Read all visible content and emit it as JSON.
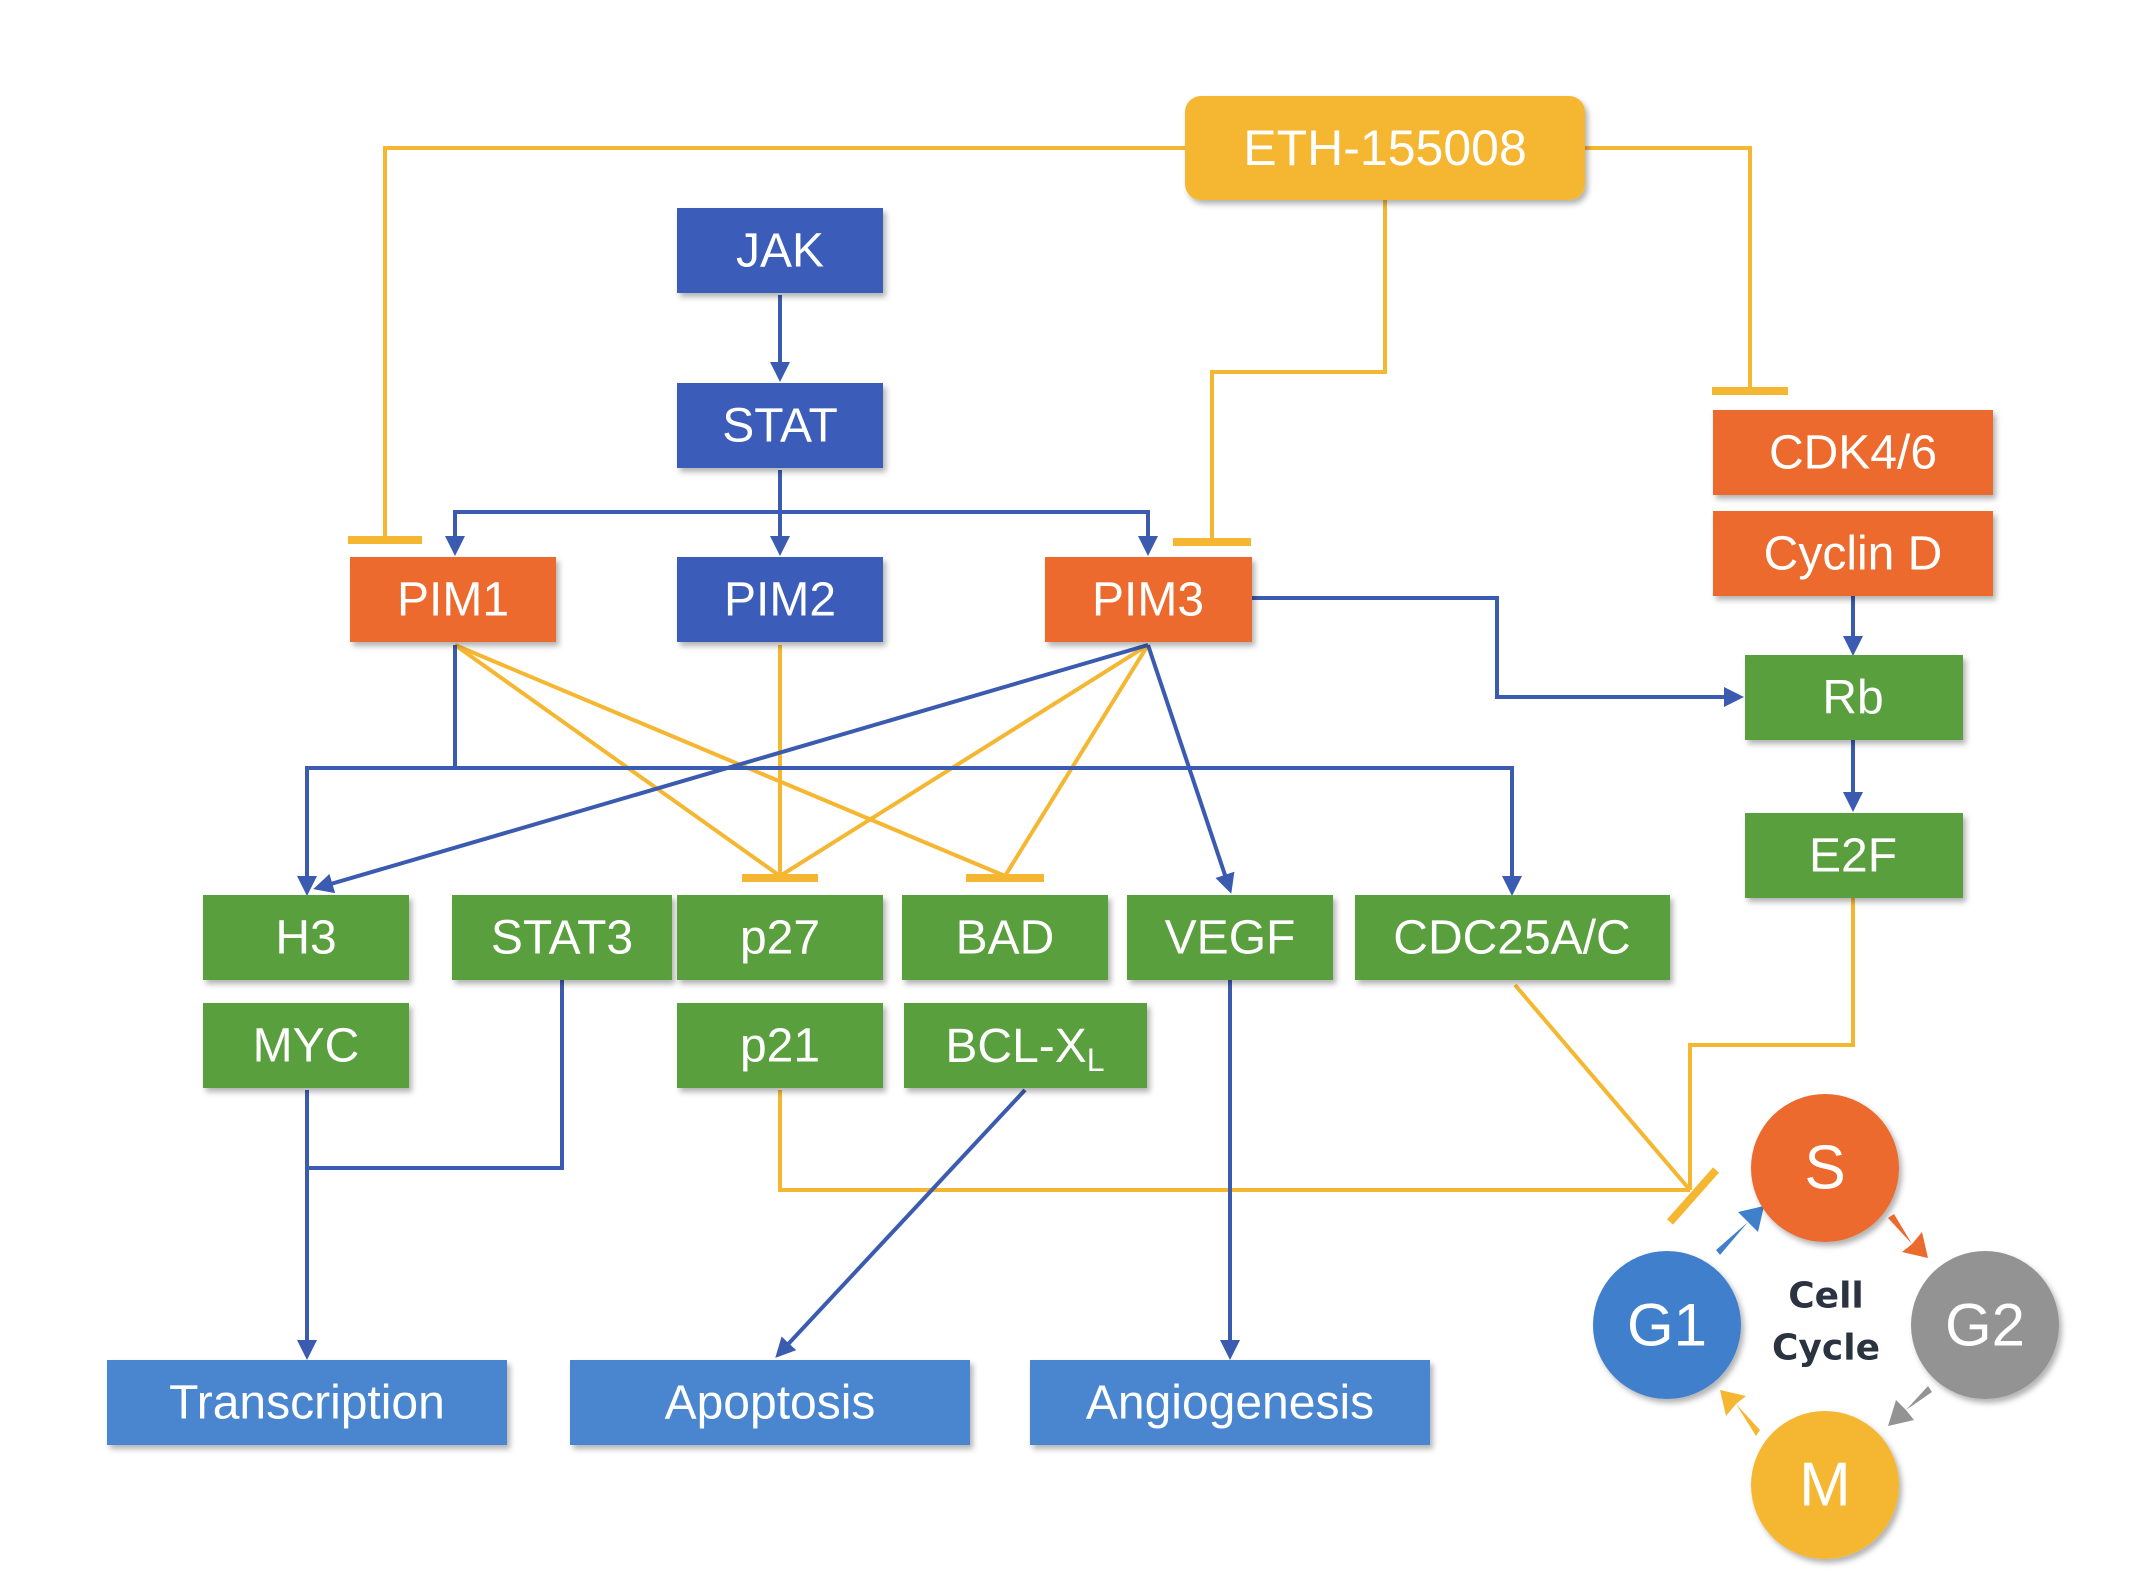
{
  "colors": {
    "blue_dark": "#3a5bb8",
    "blue_light": "#4a86cf",
    "orange": "#ec6a2d",
    "green": "#5a9f3e",
    "gold": "#f5b731",
    "edge_blue": "#3b5bb0",
    "edge_gold": "#f5b731",
    "phase_s": "#ec6a2d",
    "phase_g1": "#3f7fcc",
    "phase_g2": "#939393",
    "phase_m": "#f5b731"
  },
  "nodes": {
    "eth": "ETH-155008",
    "jak": "JAK",
    "stat": "STAT",
    "pim1": "PIM1",
    "pim2": "PIM2",
    "pim3": "PIM3",
    "cdk46": "CDK4/6",
    "cyclind": "Cyclin D",
    "rb": "Rb",
    "e2f": "E2F",
    "h3": "H3",
    "stat3": "STAT3",
    "p27": "p27",
    "bad": "BAD",
    "vegf": "VEGF",
    "cdc25": "CDC25A/C",
    "myc": "MYC",
    "p21": "p21",
    "bclx": "BCL-X",
    "bclx_sub": "L"
  },
  "outcomes": {
    "transcription": "Transcription",
    "apoptosis": "Apoptosis",
    "angiogenesis": "Angiogenesis"
  },
  "cell_cycle": {
    "center_line1": "Cell",
    "center_line2": "Cycle",
    "phases": {
      "s": "S",
      "g1": "G1",
      "g2": "G2",
      "m": "M"
    }
  }
}
